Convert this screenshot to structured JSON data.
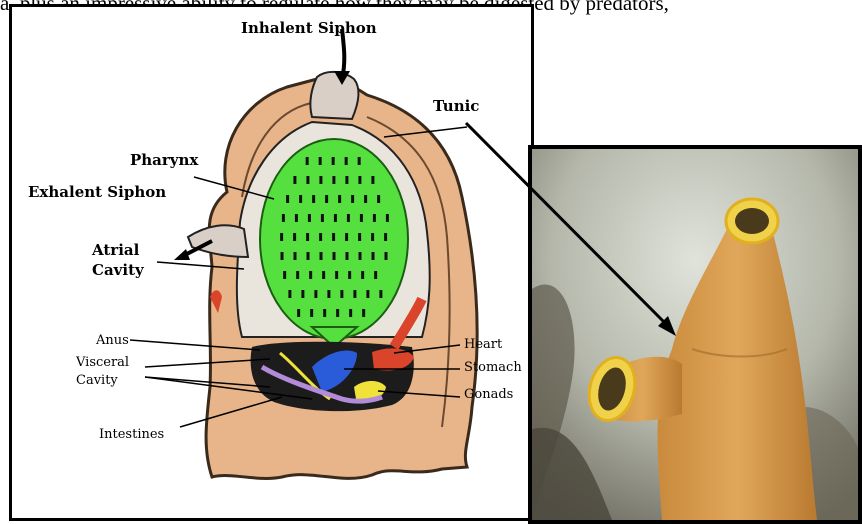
{
  "header_fragment": "a, plus an impressive ability to regulate how they may be digested by predators, ",
  "labels": {
    "inhalent_siphon": "Inhalent Siphon",
    "tunic": "Tunic",
    "pharynx": "Pharynx",
    "exhalent_siphon": "Exhalent Siphon",
    "atrial": "Atrial",
    "cavity": "Cavity",
    "anus": "Anus",
    "visceral": "Visceral",
    "visceral_cavity": "Cavity",
    "intestines": "Intestines",
    "heart": "Heart",
    "stomach": "Stomach",
    "gonads": "Gonads"
  },
  "colors": {
    "tunic_tan": "#e8b48a",
    "pharynx_green": "#55e040",
    "atrial_white": "#ece8e2",
    "heart_red": "#d9442a",
    "stomach_blue": "#2a5bd8",
    "gonad_yellow": "#f1e23a",
    "photo_orange": "#d79a47"
  }
}
